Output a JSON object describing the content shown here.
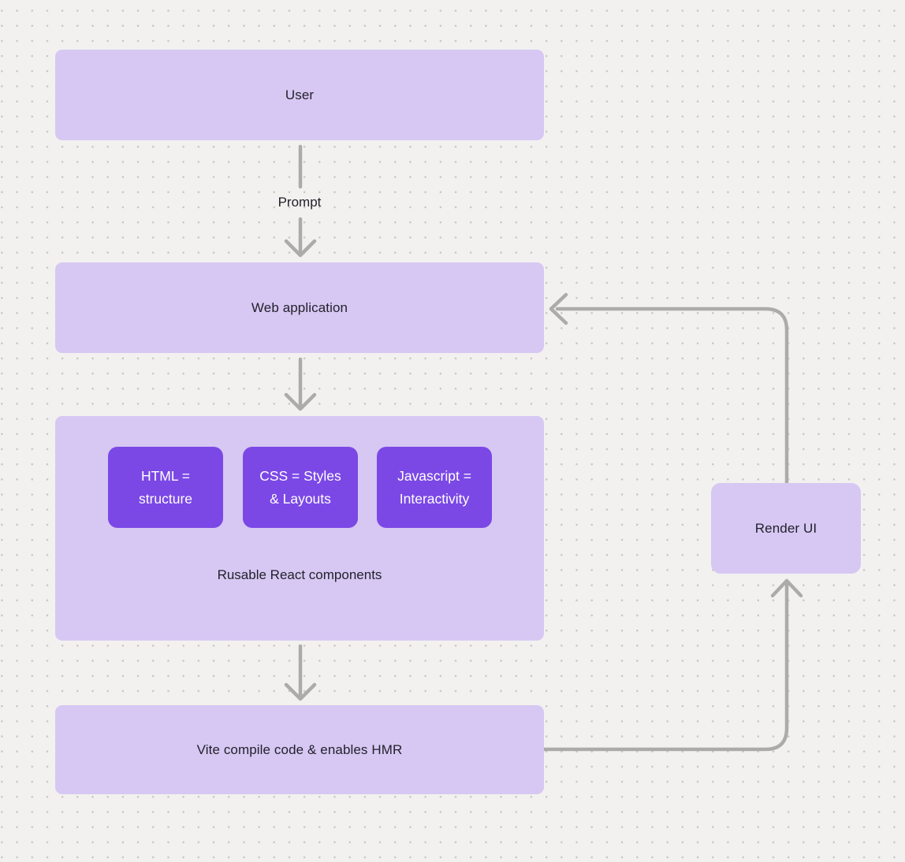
{
  "diagram": {
    "title_hint": "React + Vite web application flow",
    "colors": {
      "background": "#f2f1ef",
      "dot_grid": "#c8c5c2",
      "node_fill": "#d6c8f3",
      "chip_fill": "#7b48e6",
      "chip_text": "#ffffff",
      "node_text": "#231f2a",
      "connector": "#adabaa"
    },
    "nodes": {
      "user": {
        "label": "User"
      },
      "web_app": {
        "label": "Web application"
      },
      "components": {
        "chips": [
          {
            "lines": [
              "HTML =",
              "structure"
            ]
          },
          {
            "lines": [
              "CSS = Styles",
              "& Layouts"
            ]
          },
          {
            "lines": [
              "Javascript =",
              "Interactivity"
            ]
          }
        ],
        "caption": "Rusable React components"
      },
      "vite": {
        "label": "Vite compile code & enables HMR"
      },
      "render_ui": {
        "label": "Render UI"
      }
    },
    "edges": {
      "user_to_webapp_label": "Prompt",
      "flow": [
        "User -> Web application (Prompt)",
        "Web application -> Reusable components container",
        "Components container -> Vite compile code & enables HMR",
        "Vite -> Render UI",
        "Render UI -> Web application"
      ]
    }
  }
}
